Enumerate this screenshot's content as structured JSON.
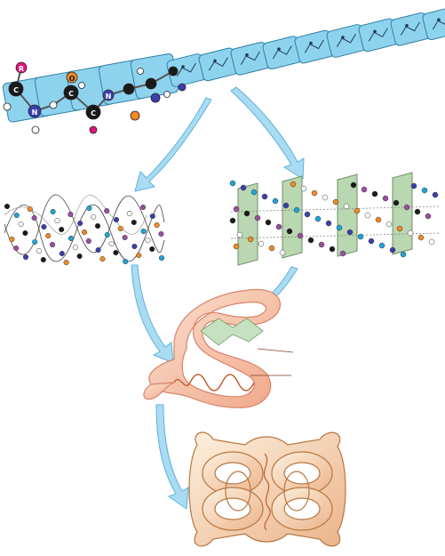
{
  "colors": {
    "chain_fill": "#8ed3ee",
    "chain_stroke": "#2f7ea6",
    "arrow_fill": "#a9dcf3",
    "arrow_stroke": "#5fb2d9",
    "sheet_fill": "#b9d7b0",
    "sheet_stroke": "#6f8f69",
    "tertiary_fill": "#f6c3a6",
    "tertiary_stroke": "#d9836b",
    "quaternary_fill": "#f7d6b8",
    "quaternary_stroke": "#b8763f",
    "atom_black": "#1a1a1a",
    "atom_magenta": "#e0157f",
    "atom_orange": "#f08a24",
    "atom_blue": "#3b3fae",
    "atom_cyan": "#1fa3d8",
    "atom_purple": "#9b4da3"
  },
  "primary_structure": {
    "atom_labels": [
      "R",
      "C",
      "N",
      "O",
      "C",
      "C",
      "N"
    ]
  },
  "icons": [
    "secondary-alpha-helix-icon",
    "secondary-beta-sheet-icon",
    "tertiary-fold-icon",
    "quaternary-complex-icon"
  ]
}
